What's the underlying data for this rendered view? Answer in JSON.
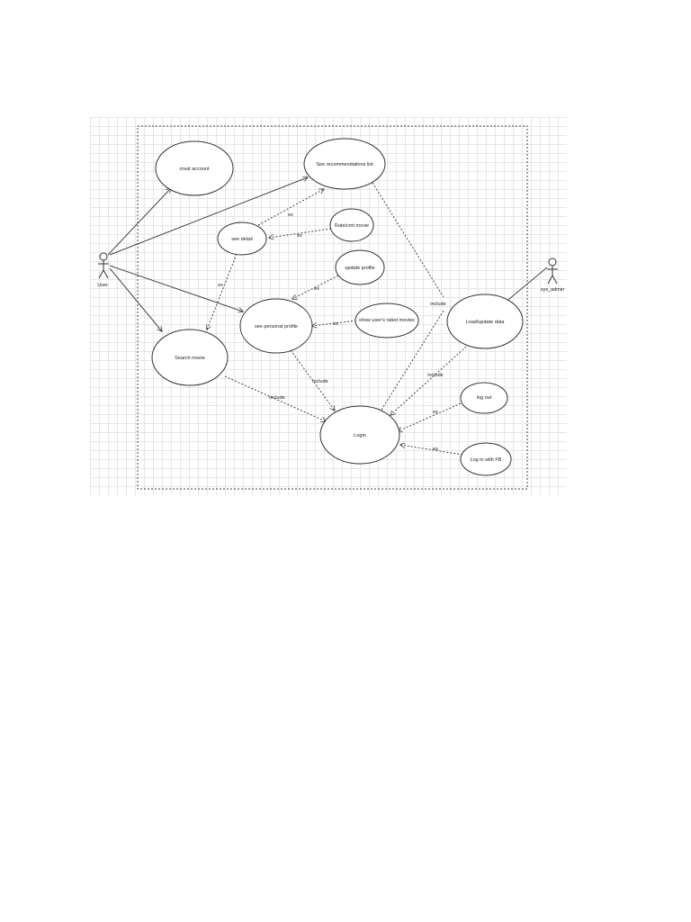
{
  "diagram": {
    "actors": {
      "user": "User",
      "admin": "sys_admin"
    },
    "use_cases": {
      "create_account": "creat account",
      "see_recommendations": "See recommendations list",
      "see_detail": "see detail",
      "rate_movie": "Rate/cmt movie",
      "update_profile": "update profile",
      "see_personal_profile": "see personal profile",
      "show_rated_movies": "show user's rated movies",
      "search_movie": "Search movie",
      "load_update_data": "Load/update data",
      "login": "Login",
      "log_out": "log out",
      "login_fb": "Log in with FB"
    },
    "relations": {
      "ex1": "ex",
      "ex2": "ex",
      "ex3": "ex",
      "ex4": "ex",
      "ex5": "ex",
      "ex6": "ex",
      "ex7": "ex",
      "include1": "include",
      "include2": "include",
      "include3": "include",
      "include4": "include"
    }
  }
}
